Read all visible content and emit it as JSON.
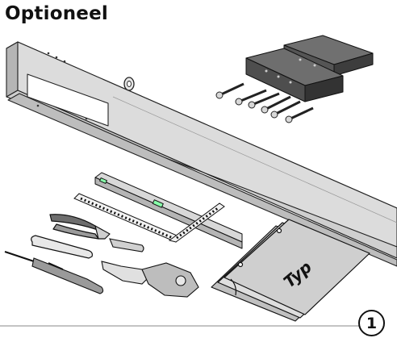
{
  "header": {
    "title": "Optioneel"
  },
  "pouch": {
    "label": "Typ"
  },
  "footer": {
    "step_number": "1"
  }
}
